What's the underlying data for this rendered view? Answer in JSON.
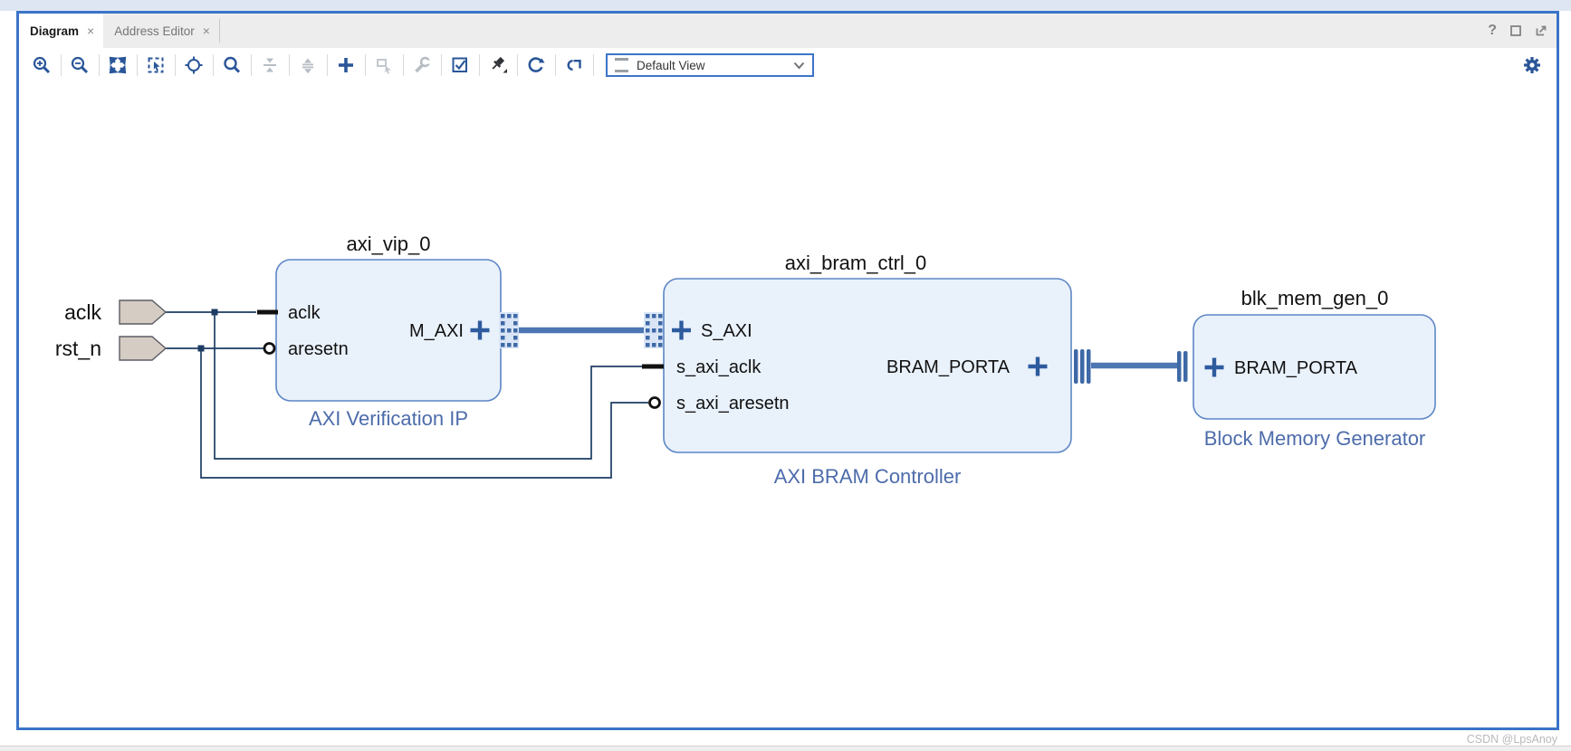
{
  "titlebar": {
    "help_glyph": "?"
  },
  "tabs": {
    "close_glyph": "×",
    "items": [
      {
        "label": "Diagram"
      },
      {
        "label": "Address Editor"
      }
    ]
  },
  "toolbar": {
    "buttons": [
      "zoom-in",
      "zoom-out",
      "zoom-fit",
      "zoom-to-selection",
      "center-view",
      "search",
      "collapse-pins",
      "expand-pins",
      "add-ip",
      "make-external",
      "customize-block",
      "validate-design",
      "pin-toolbar",
      "regenerate-layout",
      "optimize-routing"
    ],
    "view_selector": {
      "value": "Default View"
    }
  },
  "diagram": {
    "external_ports": [
      {
        "name": "aclk"
      },
      {
        "name": "rst_n"
      }
    ],
    "blocks": [
      {
        "instance": "axi_vip_0",
        "ip_name": "AXI Verification IP",
        "pins": [
          {
            "label": "aclk"
          },
          {
            "label": "aresetn"
          },
          {
            "label": "M_AXI"
          }
        ]
      },
      {
        "instance": "axi_bram_ctrl_0",
        "ip_name": "AXI BRAM Controller",
        "pins": [
          {
            "label": "S_AXI"
          },
          {
            "label": "s_axi_aclk"
          },
          {
            "label": "s_axi_aresetn"
          },
          {
            "label": "BRAM_PORTA"
          }
        ]
      },
      {
        "instance": "blk_mem_gen_0",
        "ip_name": "Block Memory Generator",
        "pins": [
          {
            "label": "BRAM_PORTA"
          }
        ]
      }
    ]
  },
  "watermark": "CSDN @LpsAnoy",
  "colors": {
    "accent_blue": "#2a5699",
    "panel_border": "#3b74c8",
    "block_fill": "#e9f1fb",
    "block_border": "#5d86c5",
    "caption_blue": "#4d6cab",
    "wire": "#1c3c63",
    "interface_wire": "#4d76b3",
    "port_fill": "#d5ccc3",
    "disabled_gray": "#b7bdc4"
  }
}
